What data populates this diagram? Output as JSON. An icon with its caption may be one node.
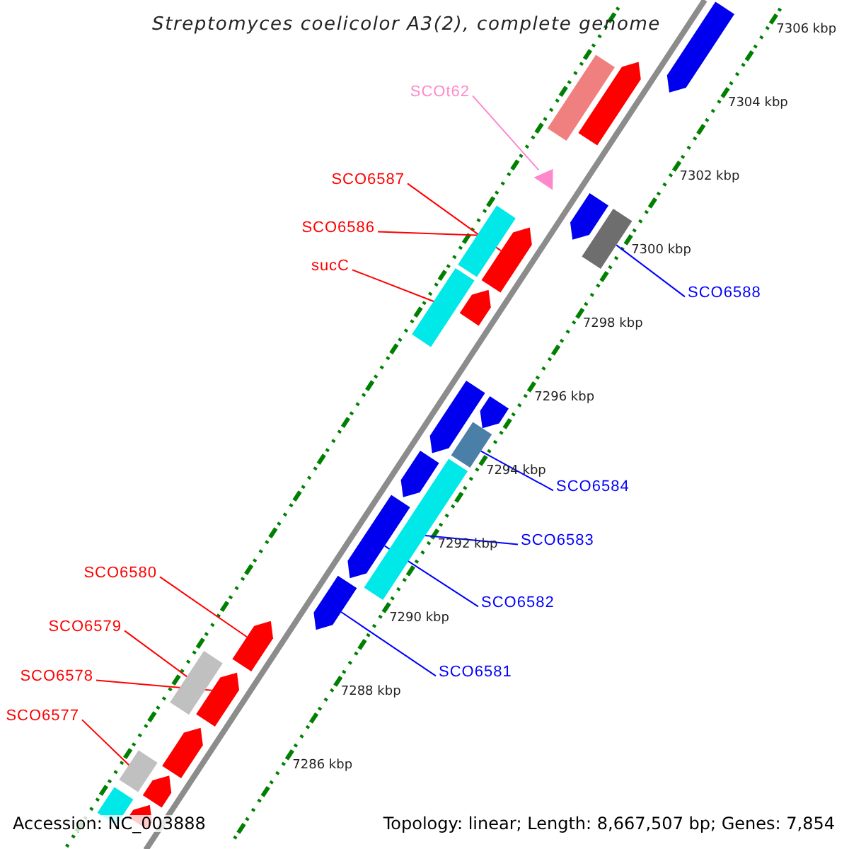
{
  "diagram": {
    "title": "Streptomyces coelicolor A3(2), complete genome",
    "nodes": [
      {
        "text": [
          "SCOt62"
        ]
      },
      {
        "text": [
          "SCO6587"
        ]
      },
      {
        "text": [
          "SCO6586"
        ]
      },
      {
        "text": [
          "sucC"
        ]
      },
      {
        "text": [
          "SCO6588"
        ]
      },
      {
        "text": [
          "SCO6584"
        ]
      },
      {
        "text": [
          "SCO6583"
        ]
      },
      {
        "text": [
          "SCO6582"
        ]
      },
      {
        "text": [
          "SCO6581"
        ]
      },
      {
        "text": [
          "SCO6580"
        ]
      },
      {
        "text": [
          "SCO6579"
        ]
      },
      {
        "text": [
          "SCO6578"
        ]
      },
      {
        "text": [
          "SCO6577"
        ]
      },
      {
        "text": [],
        "shape": "arrow"
      },
      {
        "text": [],
        "shape": "box"
      },
      {
        "text": [],
        "shape": "arrow"
      },
      {
        "text": [],
        "shape": "triangle"
      },
      {
        "text": [],
        "shape": "arrow"
      },
      {
        "text": [],
        "shape": "box"
      },
      {
        "text": [],
        "shape": "box"
      },
      {
        "text": [],
        "shape": "arrow"
      },
      {
        "text": [],
        "shape": "arrow"
      },
      {
        "text": [],
        "shape": "box"
      },
      {
        "text": [],
        "shape": "arrow"
      },
      {
        "text": [],
        "shape": "arrow"
      },
      {
        "text": [],
        "shape": "box"
      },
      {
        "text": [],
        "shape": "arrow"
      },
      {
        "text": [],
        "shape": "box"
      },
      {
        "text": [],
        "shape": "arrow"
      },
      {
        "text": [],
        "shape": "arrow"
      },
      {
        "text": [],
        "shape": "arrow"
      },
      {
        "text": [],
        "shape": "box"
      },
      {
        "text": [],
        "shape": "arrow"
      },
      {
        "text": [],
        "shape": "arrow"
      },
      {
        "text": [],
        "shape": "box"
      },
      {
        "text": [],
        "shape": "arrow"
      },
      {
        "text": [],
        "shape": "box"
      },
      {
        "text": [],
        "shape": "arrow"
      }
    ],
    "edges": [
      {
        "from": 0,
        "to": 16,
        "arrow": "none",
        "color": "#ff88cc"
      },
      {
        "from": 1,
        "to": 20,
        "arrow": "none"
      },
      {
        "from": 2,
        "to": 19,
        "arrow": "none"
      },
      {
        "from": 3,
        "to": 22,
        "arrow": "none"
      },
      {
        "from": 4,
        "to": 18,
        "arrow": "none",
        "color": "#0000ff"
      },
      {
        "from": 5,
        "to": 25,
        "arrow": "none",
        "color": "#0000ff"
      },
      {
        "from": 6,
        "to": 27,
        "arrow": "none",
        "color": "#0000ff"
      },
      {
        "from": 7,
        "to": 28,
        "arrow": "none",
        "color": "#0000ff"
      },
      {
        "from": 8,
        "to": 29,
        "arrow": "none",
        "color": "#0000ff"
      },
      {
        "from": 9,
        "to": 30,
        "arrow": "none"
      },
      {
        "from": 10,
        "to": 31,
        "arrow": "none"
      },
      {
        "from": 11,
        "to": 32,
        "arrow": "none"
      },
      {
        "from": 12,
        "to": 34,
        "arrow": "none"
      }
    ],
    "labels": [
      "7306 kbp",
      "7304 kbp",
      "7302 kbp",
      "7300 kbp",
      "7298 kbp",
      "7296 kbp",
      "7294 kbp",
      "7292 kbp",
      "7290 kbp",
      "7288 kbp",
      "7286 kbp",
      "Accession: NC_003888",
      "Topology: linear; Length: 8,667,507 bp; Genes: 7,854"
    ]
  }
}
